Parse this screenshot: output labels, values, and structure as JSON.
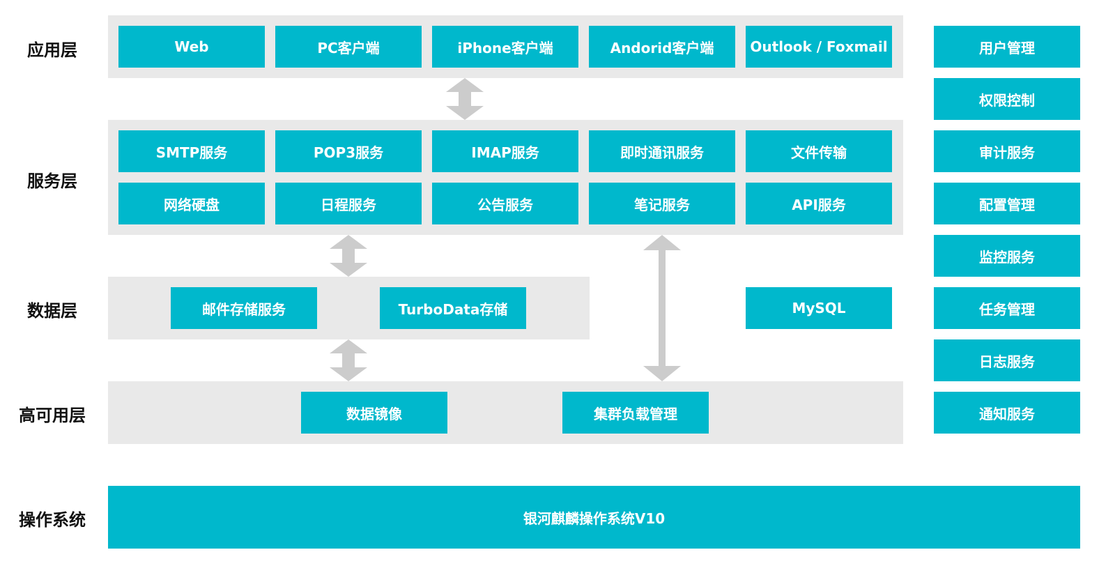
{
  "layers": {
    "app": "应用层",
    "service": "服务层",
    "data": "数据层",
    "ha": "高可用层",
    "os": "操作系统"
  },
  "app_layer": [
    "Web",
    "PC客户端",
    "iPhone客户端",
    "Andorid客户端",
    "Outlook / Foxmail"
  ],
  "service_layer": {
    "row1": [
      "SMTP服务",
      "POP3服务",
      "IMAP服务",
      "即时通讯服务",
      "文件传输"
    ],
    "row2": [
      "网络硬盘",
      "日程服务",
      "公告服务",
      "笔记服务",
      "API服务"
    ]
  },
  "data_layer": [
    "邮件存储服务",
    "TurboData存储"
  ],
  "mysql": "MySQL",
  "ha_layer": [
    "数据镜像",
    "集群负载管理"
  ],
  "side_services": [
    "用户管理",
    "权限控制",
    "审计服务",
    "配置管理",
    "监控服务",
    "任务管理",
    "日志服务",
    "通知服务"
  ],
  "os": "银河麒麟操作系统V10",
  "colors": {
    "box": "#00b8cc",
    "panel": "#e9e9e9",
    "arrow": "#cccccc"
  }
}
